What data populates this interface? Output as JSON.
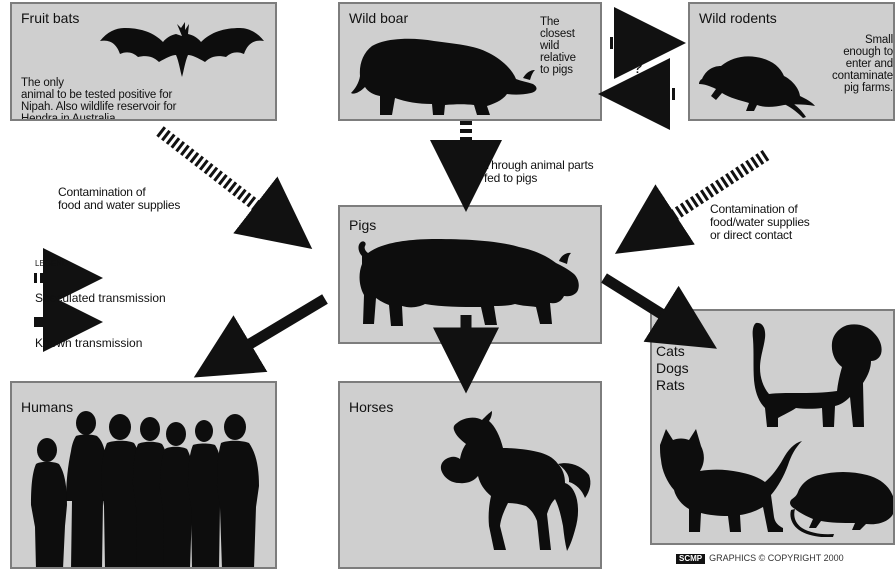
{
  "boxes": {
    "fruit_bats": {
      "title": "Fruit bats",
      "description_line1": "The only",
      "description_line2": "animal to be tested positive for",
      "description_line3": "Nipah. Also wildlife reservoir for",
      "description_line4": "Hendra in Australia"
    },
    "wild_boar": {
      "title": "Wild boar",
      "note_line1": "The",
      "note_line2": "closest",
      "note_line3": "wild",
      "note_line4": "relative",
      "note_line5": "to pigs"
    },
    "wild_rodents": {
      "title": "Wild rodents",
      "note_line1": "Small",
      "note_line2": "enough to",
      "note_line3": "enter and",
      "note_line4": "contaminate",
      "note_line5": "pig farms."
    },
    "pigs": {
      "title": "Pigs"
    },
    "humans": {
      "title": "Humans"
    },
    "horses": {
      "title": "Horses"
    },
    "cats_dogs_rats": {
      "title_line1": "Cats",
      "title_line2": "Dogs",
      "title_line3": "Rats"
    }
  },
  "labels": {
    "question_mark": "?",
    "through_animal_parts_line1": "Through animal parts",
    "through_animal_parts_line2": "fed to pigs",
    "contamination_left_line1": "Contamination of",
    "contamination_left_line2": "food and water supplies",
    "contamination_right_line1": "Contamination of",
    "contamination_right_line2": "food/water supplies",
    "contamination_right_line3": "or direct contact"
  },
  "legend": {
    "title": "LEGEND",
    "speculated": "Speculated transmission",
    "known": "Known transmission"
  },
  "footer": {
    "badge": "SCMP",
    "copyright": "GRAPHICS © COPYRIGHT 2000"
  },
  "colors": {
    "box_fill": "#cfcfcf",
    "box_border": "#7d7d7d",
    "silhouette": "#0d0d0d"
  },
  "icons": {
    "fruit_bat": "bat-silhouette-icon",
    "wild_boar": "boar-silhouette-icon",
    "wild_rodent": "rodent-silhouette-icon",
    "pig": "pig-silhouette-icon",
    "humans": "people-silhouette-icon",
    "horse": "horse-silhouette-icon",
    "dog": "dog-silhouette-icon",
    "cat": "cat-silhouette-icon",
    "rat": "rat-silhouette-icon"
  }
}
